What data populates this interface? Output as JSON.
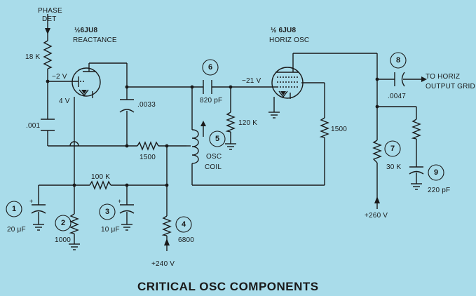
{
  "title": "CRITICAL OSC COMPONENTS",
  "labels": {
    "phase_det_1": "PHASE",
    "phase_det_2": "DET",
    "r_18k": "18 K",
    "v_minus2": "−2 V",
    "v_4": "4 V",
    "tube1_name": "½6JU8",
    "tube1_fn": "REACTANCE",
    "c_0033": ".0033",
    "c_001": ".001",
    "r_1500a": "1500",
    "r_100k": "100 K",
    "c_820": "820 pF",
    "v_minus21": "−21 V",
    "r_120k": "120 K",
    "tube2_name": "½ 6JU8",
    "tube2_fn": "HORIZ OSC",
    "r_1500b": "1500",
    "osc_1": "OSC",
    "osc_2": "COIL",
    "c_0047": ".0047",
    "to_horiz_1": "TO HORIZ",
    "to_horiz_2": "OUTPUT GRID",
    "r_30k": "30 K",
    "c_220": "220 pF",
    "v_260": "+260 V",
    "c_20u": "20 μF",
    "r_1000": "1000",
    "c_10u": "10 μF",
    "r_6800": "6800",
    "v_240": "+240 V"
  },
  "callouts": [
    "1",
    "2",
    "3",
    "4",
    "5",
    "6",
    "7",
    "8",
    "9"
  ]
}
